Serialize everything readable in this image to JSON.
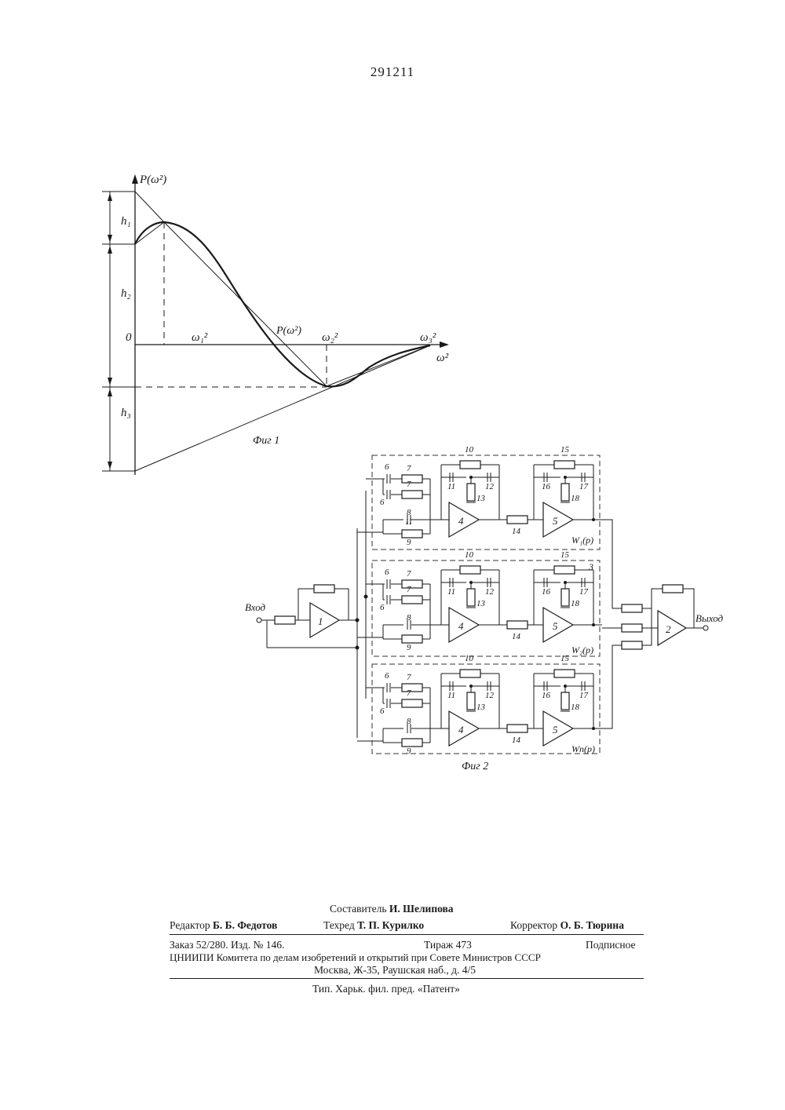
{
  "header": {
    "patent_number": "291211"
  },
  "fig1": {
    "caption": "Фиг 1",
    "y_axis_label": "P(ω²)",
    "x_axis_label": "ω²",
    "curve_label": "P(ω²)",
    "origin_label": "0",
    "ticks": [
      "ω₁²",
      "ω₂²",
      "ω₃²"
    ],
    "heights": [
      "h₁",
      "h₂",
      "h₃"
    ]
  },
  "fig2": {
    "caption": "Фиг 2",
    "input_label": "Вход",
    "output_label": "Выход",
    "amp_labels": {
      "in": "1",
      "out": "2",
      "stage1": "4",
      "stage2": "5",
      "block3": "3"
    },
    "blocks": [
      {
        "name": "W₁(p)",
        "labels": [
          "6",
          "7",
          "7",
          "6",
          "8",
          "11",
          "9",
          "10",
          "11",
          "12",
          "13",
          "14",
          "15",
          "16",
          "17",
          "18"
        ]
      },
      {
        "name": "W₂(p)",
        "labels": [
          "6",
          "7",
          "7",
          "6",
          "8",
          "9",
          "10",
          "11",
          "12",
          "13",
          "14",
          "15",
          "16",
          "17",
          "18"
        ]
      },
      {
        "name": "Wn(p)",
        "labels": [
          "6",
          "7",
          "7",
          "6",
          "8",
          "9",
          "10",
          "11",
          "12",
          "13",
          "14",
          "15",
          "16",
          "17",
          "18"
        ]
      }
    ]
  },
  "footer": {
    "compiler": {
      "label": "Составитель",
      "name": "И. Шелипова"
    },
    "editor": {
      "label": "Редактор",
      "name": "Б. Б. Федотов"
    },
    "techred": {
      "label": "Техред",
      "name": "Т. П. Курилко"
    },
    "corrector": {
      "label": "Корректор",
      "name": "О. Б. Тюрина"
    },
    "order": "Заказ 52/280. Изд. № 146.",
    "print_run": "Тираж 473",
    "subscription": "Подписное",
    "institute": "ЦНИИПИ Комитета по делам изобретений и открытий при Совете Министров СССР",
    "address": "Москва, Ж-35, Раушская наб., д. 4/5",
    "printer": "Тип. Харьк. фил. пред. «Патент»"
  }
}
